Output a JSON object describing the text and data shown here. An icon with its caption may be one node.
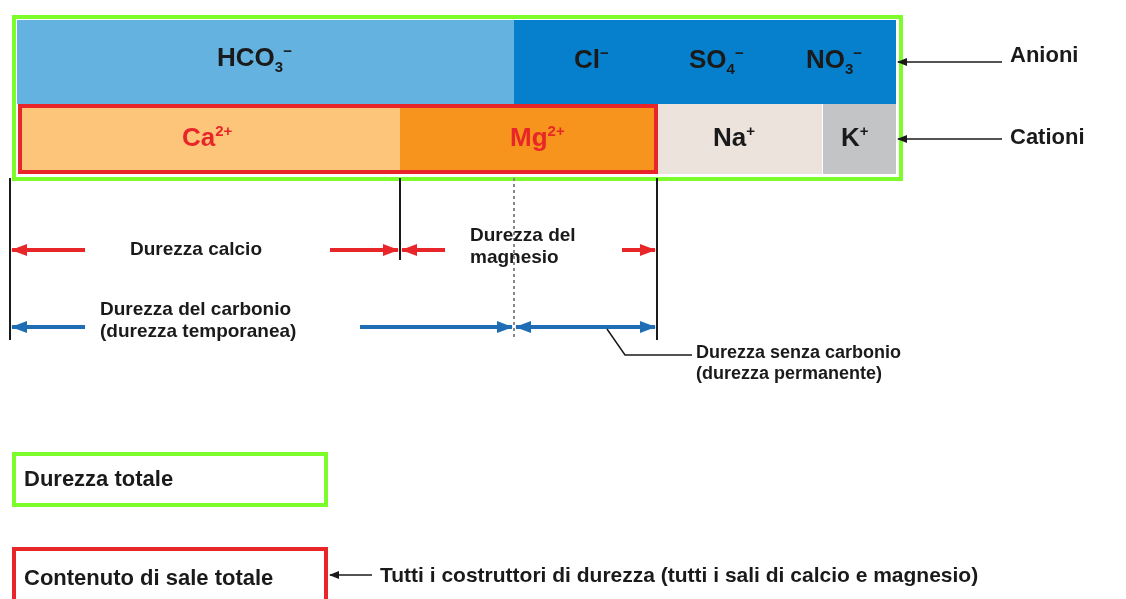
{
  "diagram": {
    "nodes": [
      {
        "text": [],
        "shape": "box"
      },
      {
        "text": [
          "HCO$_{3}$$^{−}$"
        ],
        "in": 0
      },
      {
        "text": [
          "Cl$^{−}$",
          "SO$_{4}$$^{−}$",
          "NO$_{3}$$^{−}$"
        ],
        "in": 0
      },
      {
        "text": [],
        "shape": "box",
        "in": 0
      },
      {
        "text": [
          "Ca$^{2+}$"
        ],
        "in": 3
      },
      {
        "text": [
          "Mg$^{2+}$"
        ],
        "in": 3
      },
      {
        "text": [
          "Na$^{+}$"
        ],
        "in": 0
      },
      {
        "text": [
          "K$^{+}$"
        ],
        "in": 0
      },
      {
        "text": [
          "Anioni"
        ]
      },
      {
        "text": [
          "Cationi"
        ]
      },
      {
        "text": [
          "Durezza totale"
        ]
      },
      {
        "text": [
          "Contenuto di sale totale"
        ]
      },
      {
        "text": [
          "Tutti i costruttori di durezza (tutti i sali di calcio e magnesio)"
        ]
      },
      {
        "text": [
          "Durezza senza carbonio (durezza permanente)"
        ]
      }
    ],
    "edges": [
      {
        "from": 8,
        "to": 2,
        "arrow": "to"
      },
      {
        "from": 9,
        "to": 7,
        "arrow": "to"
      },
      {
        "from": 12,
        "to": 11,
        "arrow": "to"
      },
      {
        "from": 13,
        "to": null,
        "arrow": "none"
      }
    ],
    "labels": [
      "Durezza calcio",
      "Durezza del magnesio",
      "Durezza del carbonio (durezza temporanea)"
    ]
  }
}
